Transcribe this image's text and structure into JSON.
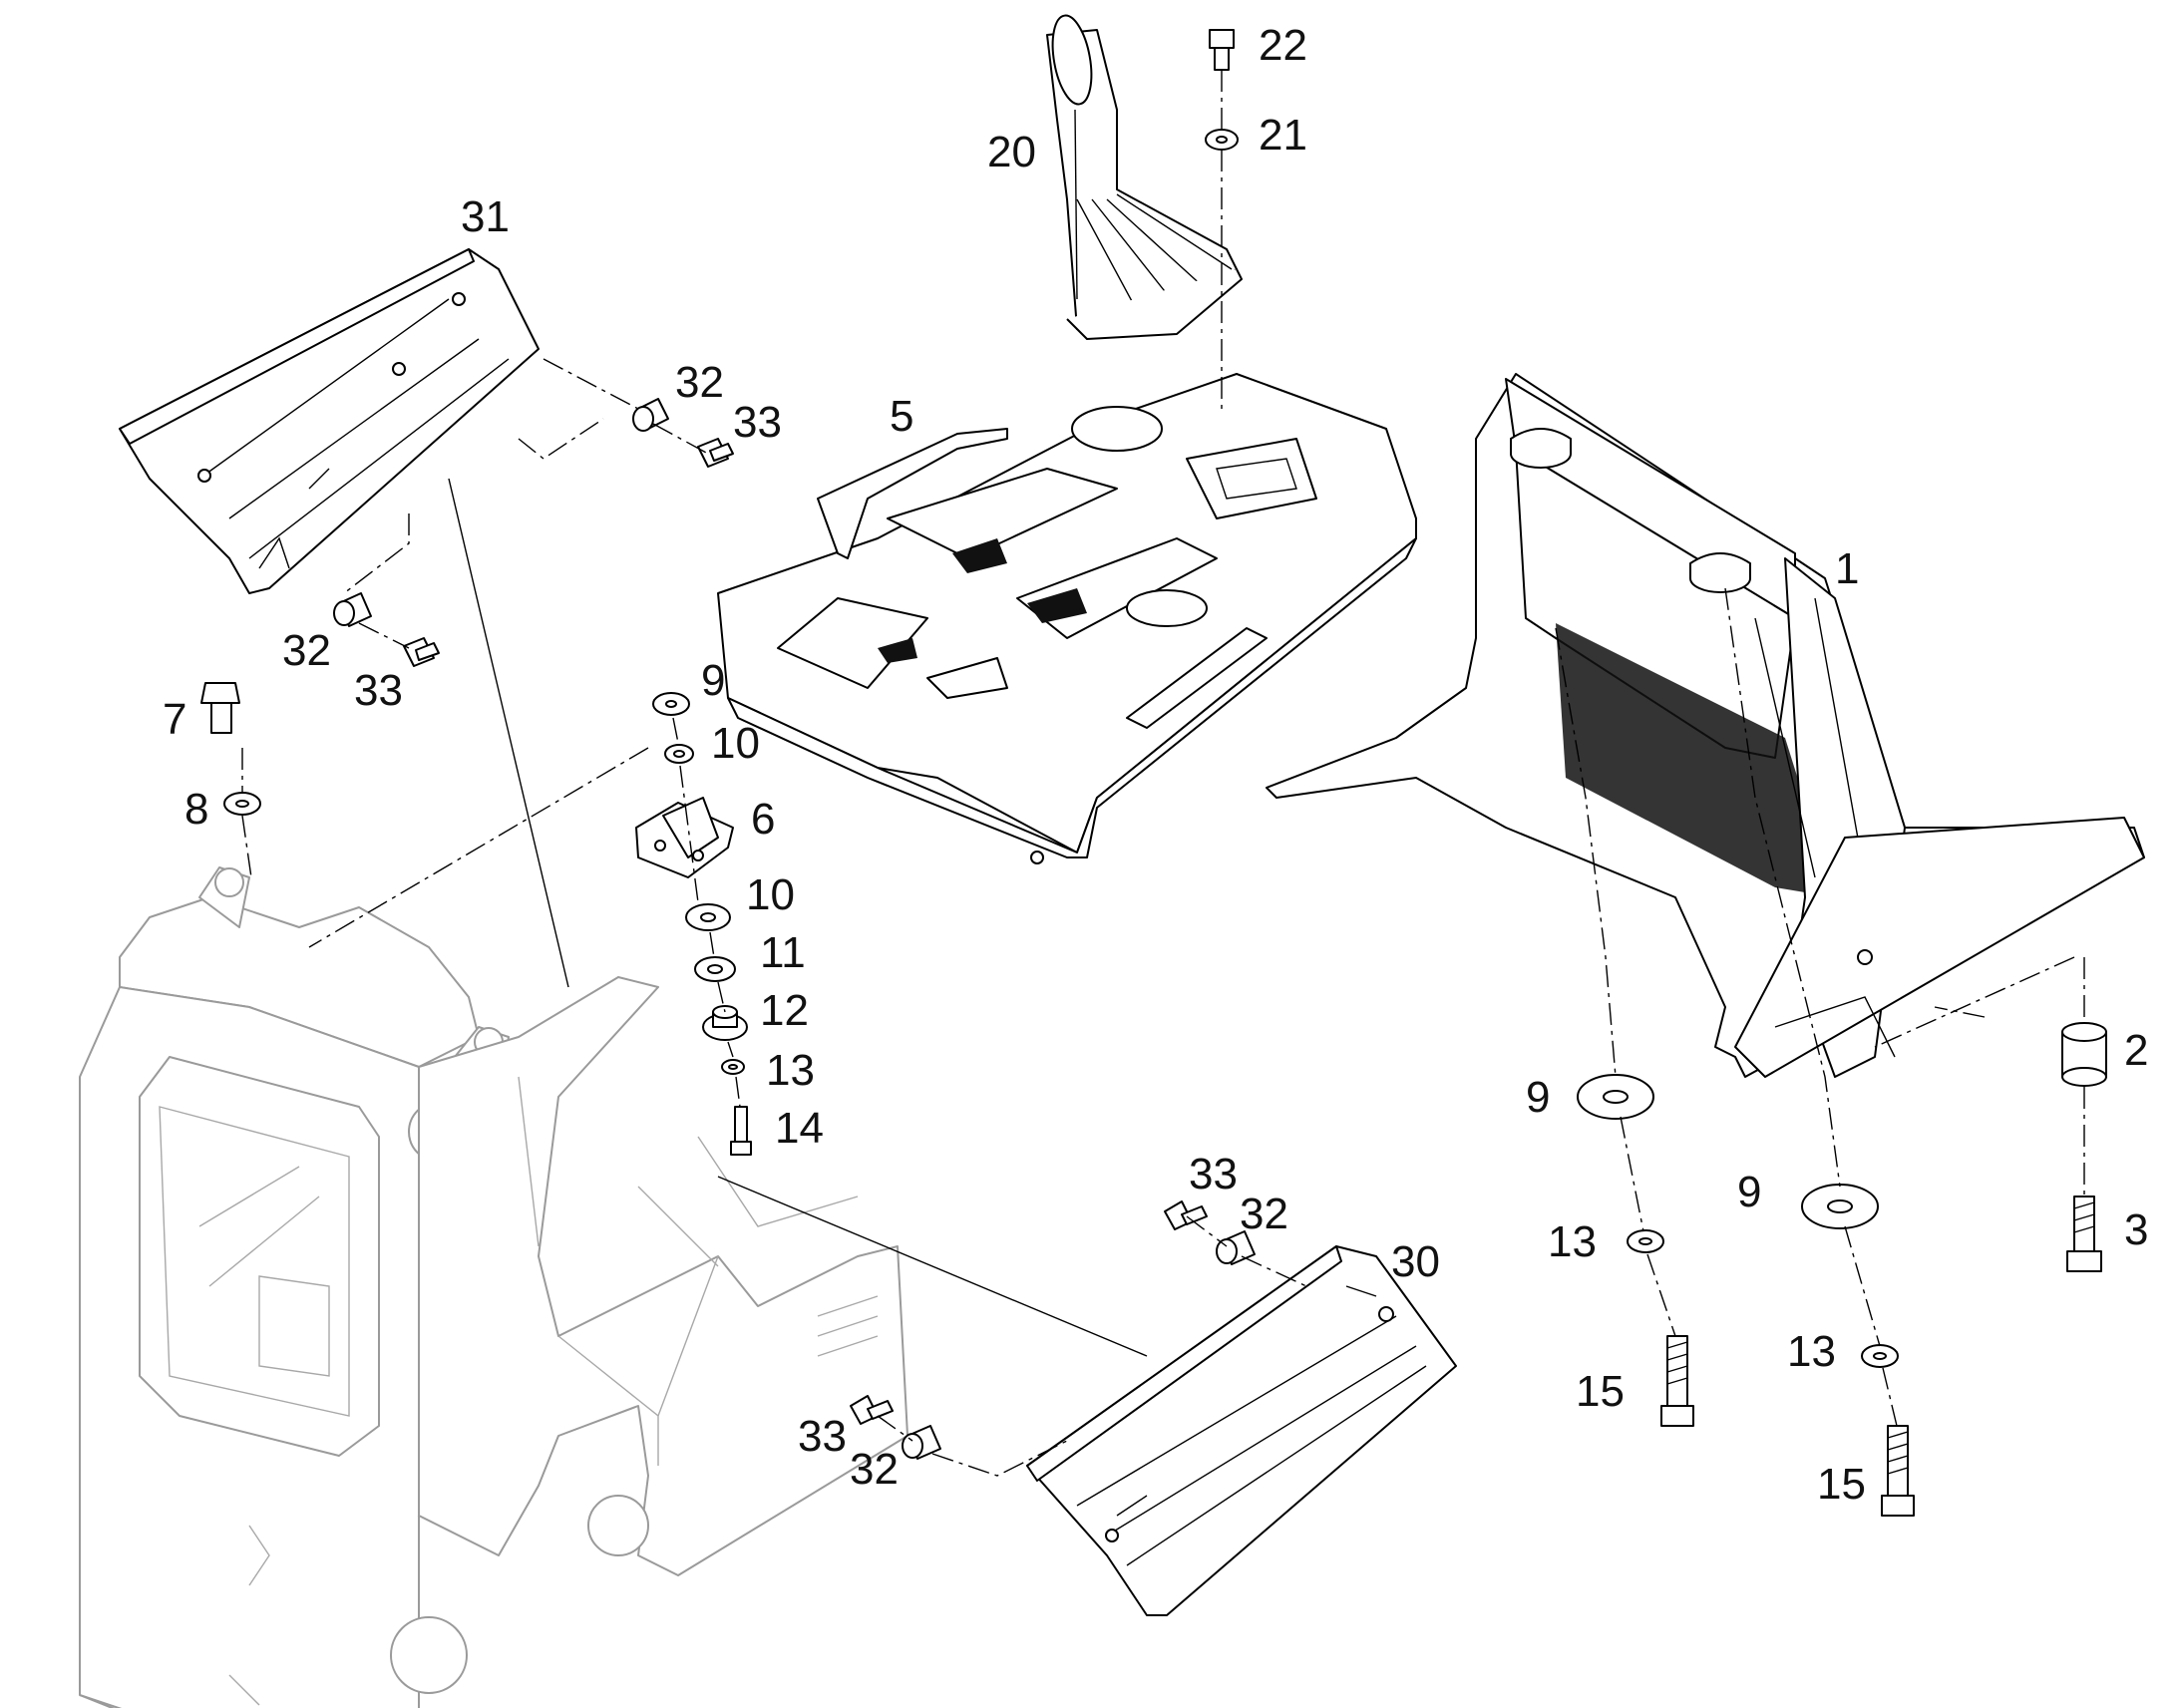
{
  "callouts": [
    {
      "id": "c-1",
      "text": "1"
    },
    {
      "id": "c-2",
      "text": "2"
    },
    {
      "id": "c-3",
      "text": "3"
    },
    {
      "id": "c-5",
      "text": "5"
    },
    {
      "id": "c-6",
      "text": "6"
    },
    {
      "id": "c-7",
      "text": "7"
    },
    {
      "id": "c-8",
      "text": "8"
    },
    {
      "id": "c-9a",
      "text": "9"
    },
    {
      "id": "c-9b",
      "text": "9"
    },
    {
      "id": "c-9c",
      "text": "9"
    },
    {
      "id": "c-10a",
      "text": "10"
    },
    {
      "id": "c-10b",
      "text": "10"
    },
    {
      "id": "c-11",
      "text": "11"
    },
    {
      "id": "c-12",
      "text": "12"
    },
    {
      "id": "c-13a",
      "text": "13"
    },
    {
      "id": "c-13b",
      "text": "13"
    },
    {
      "id": "c-13c",
      "text": "13"
    },
    {
      "id": "c-14",
      "text": "14"
    },
    {
      "id": "c-15a",
      "text": "15"
    },
    {
      "id": "c-15b",
      "text": "15"
    },
    {
      "id": "c-20",
      "text": "20"
    },
    {
      "id": "c-21",
      "text": "21"
    },
    {
      "id": "c-22",
      "text": "22"
    },
    {
      "id": "c-30",
      "text": "30"
    },
    {
      "id": "c-31",
      "text": "31"
    },
    {
      "id": "c-32a",
      "text": "32"
    },
    {
      "id": "c-32b",
      "text": "32"
    },
    {
      "id": "c-32c",
      "text": "32"
    },
    {
      "id": "c-32d",
      "text": "32"
    },
    {
      "id": "c-33a",
      "text": "33"
    },
    {
      "id": "c-33b",
      "text": "33"
    },
    {
      "id": "c-33c",
      "text": "33"
    },
    {
      "id": "c-33d",
      "text": "33"
    }
  ]
}
